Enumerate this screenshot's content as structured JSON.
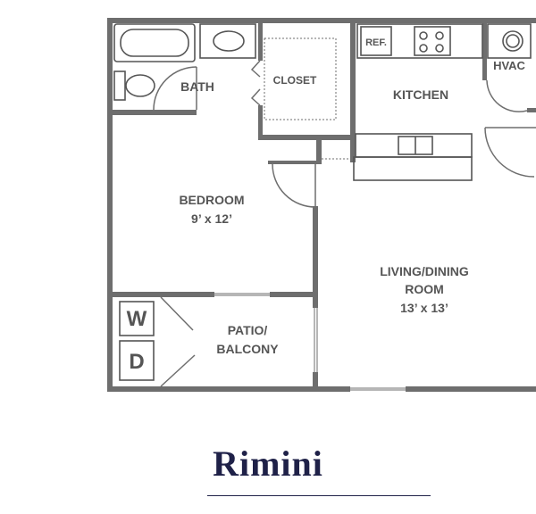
{
  "plan": {
    "rooms": {
      "bath": "BATH",
      "closet": "CLOSET",
      "kitchen": "KITCHEN",
      "hvac": "HVAC",
      "bedroom": "BEDROOM",
      "bedroom_size": "9’ x 12’",
      "living": "LIVING/DINING",
      "living2": "ROOM",
      "living_size": "13’ x 13’",
      "patio": "PATIO/",
      "patio2": "BALCONY"
    },
    "appliances": {
      "ref": "REF.",
      "washer": "W",
      "dryer": "D"
    },
    "colors": {
      "wall": "#6e6e6e",
      "fixture": "#555555",
      "title": "#1f2148"
    }
  },
  "title": "Rimini"
}
